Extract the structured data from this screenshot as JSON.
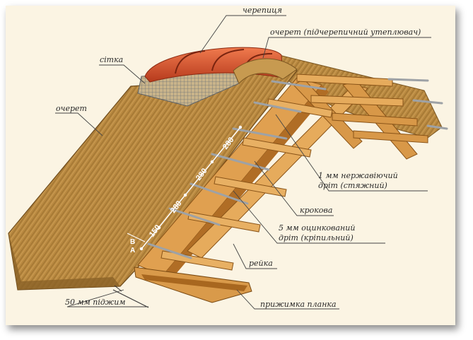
{
  "labels": {
    "cherepytsia": "черепиця",
    "ocheret_top": "очерет (підчерепичний утеплювач)",
    "sitka": "сітка",
    "ocheret_left": "очерет",
    "wire_1mm_line1": "1 мм нержавіючий",
    "wire_1mm_line2": "дріт (стяжний)",
    "krokva": "крокова",
    "wire_5mm_line1": "5 мм оцинкований",
    "wire_5mm_line2": "дріт (кріпильний)",
    "reika": "рейка",
    "pidzhym": "50 мм піджим",
    "pryzhymka": "прижимка планка"
  },
  "dimensions": [
    "280",
    "280",
    "280",
    "150"
  ],
  "markers": [
    "A",
    "B"
  ],
  "colors": {
    "thatch": "#b8883f",
    "wood": "#e0a050",
    "wood_dark": "#b06d25",
    "tile": "#d8502a",
    "wire": "#a0a4a8"
  }
}
